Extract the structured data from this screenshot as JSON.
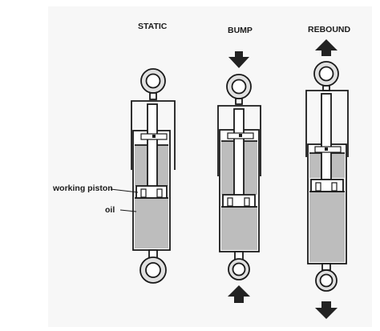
{
  "headings": {
    "static": "STATIC",
    "bump": "BUMP",
    "rebound": "REBOUND"
  },
  "labels": {
    "working_piston": "working piston",
    "oil": "oil"
  },
  "colors": {
    "panel": "#f7f7f7",
    "line": "#1a1a1a",
    "oil": "#bdbdbd",
    "eye": "#e0e0e0",
    "arrow": "#222222"
  },
  "icons": {
    "bump_top_arrow": "arrow-down-icon",
    "bump_bottom_arrow": "arrow-up-icon",
    "rebound_top_arrow": "arrow-up-icon",
    "rebound_bottom_arrow": "arrow-down-icon"
  }
}
